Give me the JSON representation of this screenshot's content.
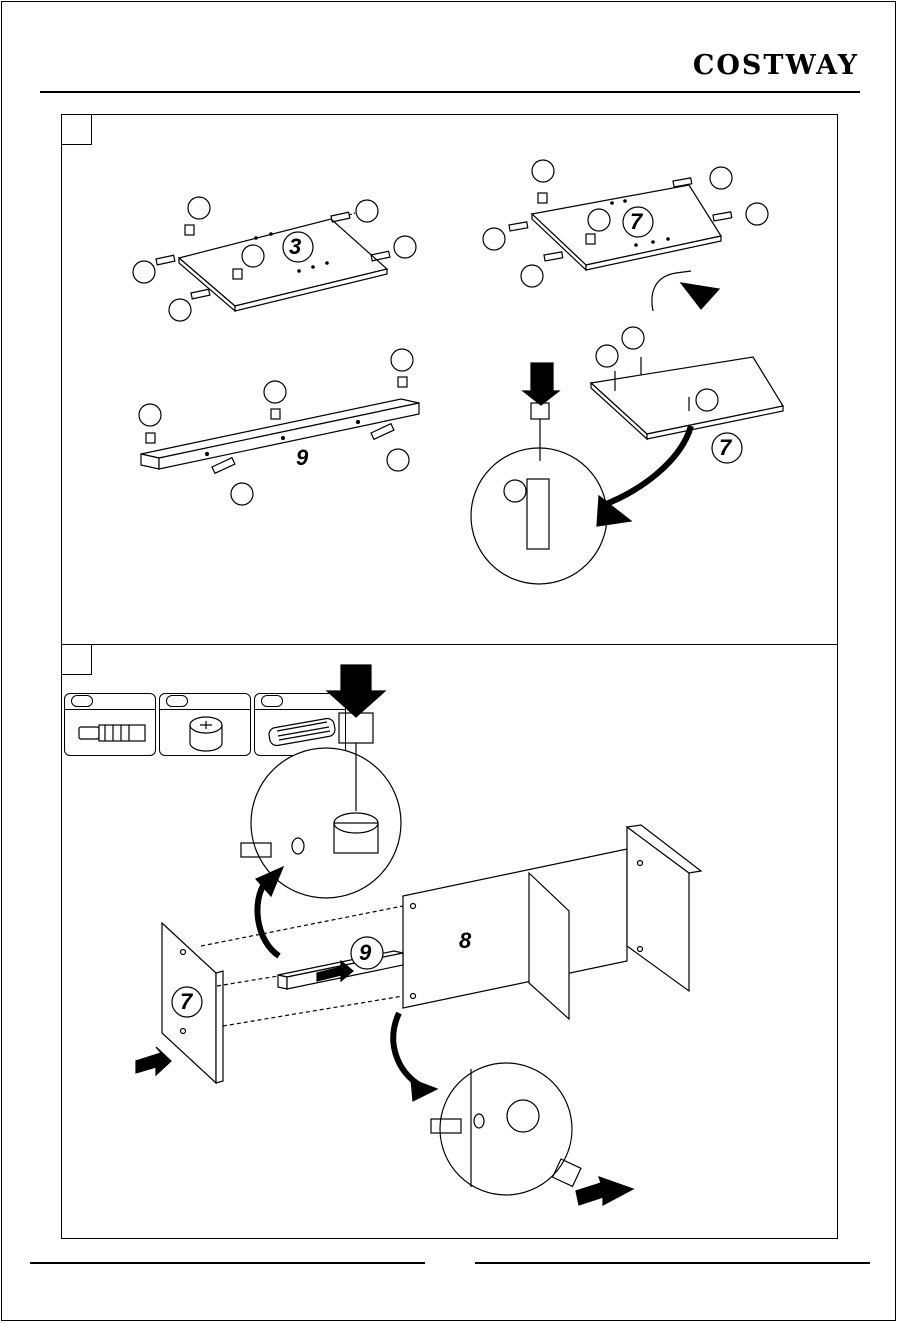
{
  "header": {
    "brand": "COSTWAY"
  },
  "steps": [
    {
      "number": ""
    },
    {
      "number": ""
    }
  ],
  "callouts": {
    "board_top_left": "3",
    "board_top_right": "7",
    "rail_top": "9",
    "board_flipped": "7",
    "assembly_side": "7",
    "assembly_back": "8",
    "assembly_rail": "9"
  },
  "legend": [
    {
      "code": "",
      "icon": "cam-bolt-icon"
    },
    {
      "code": "",
      "icon": "cam-lock-icon"
    },
    {
      "code": "",
      "icon": "wooden-dowel-icon"
    }
  ],
  "footer": {
    "page_number": ""
  }
}
